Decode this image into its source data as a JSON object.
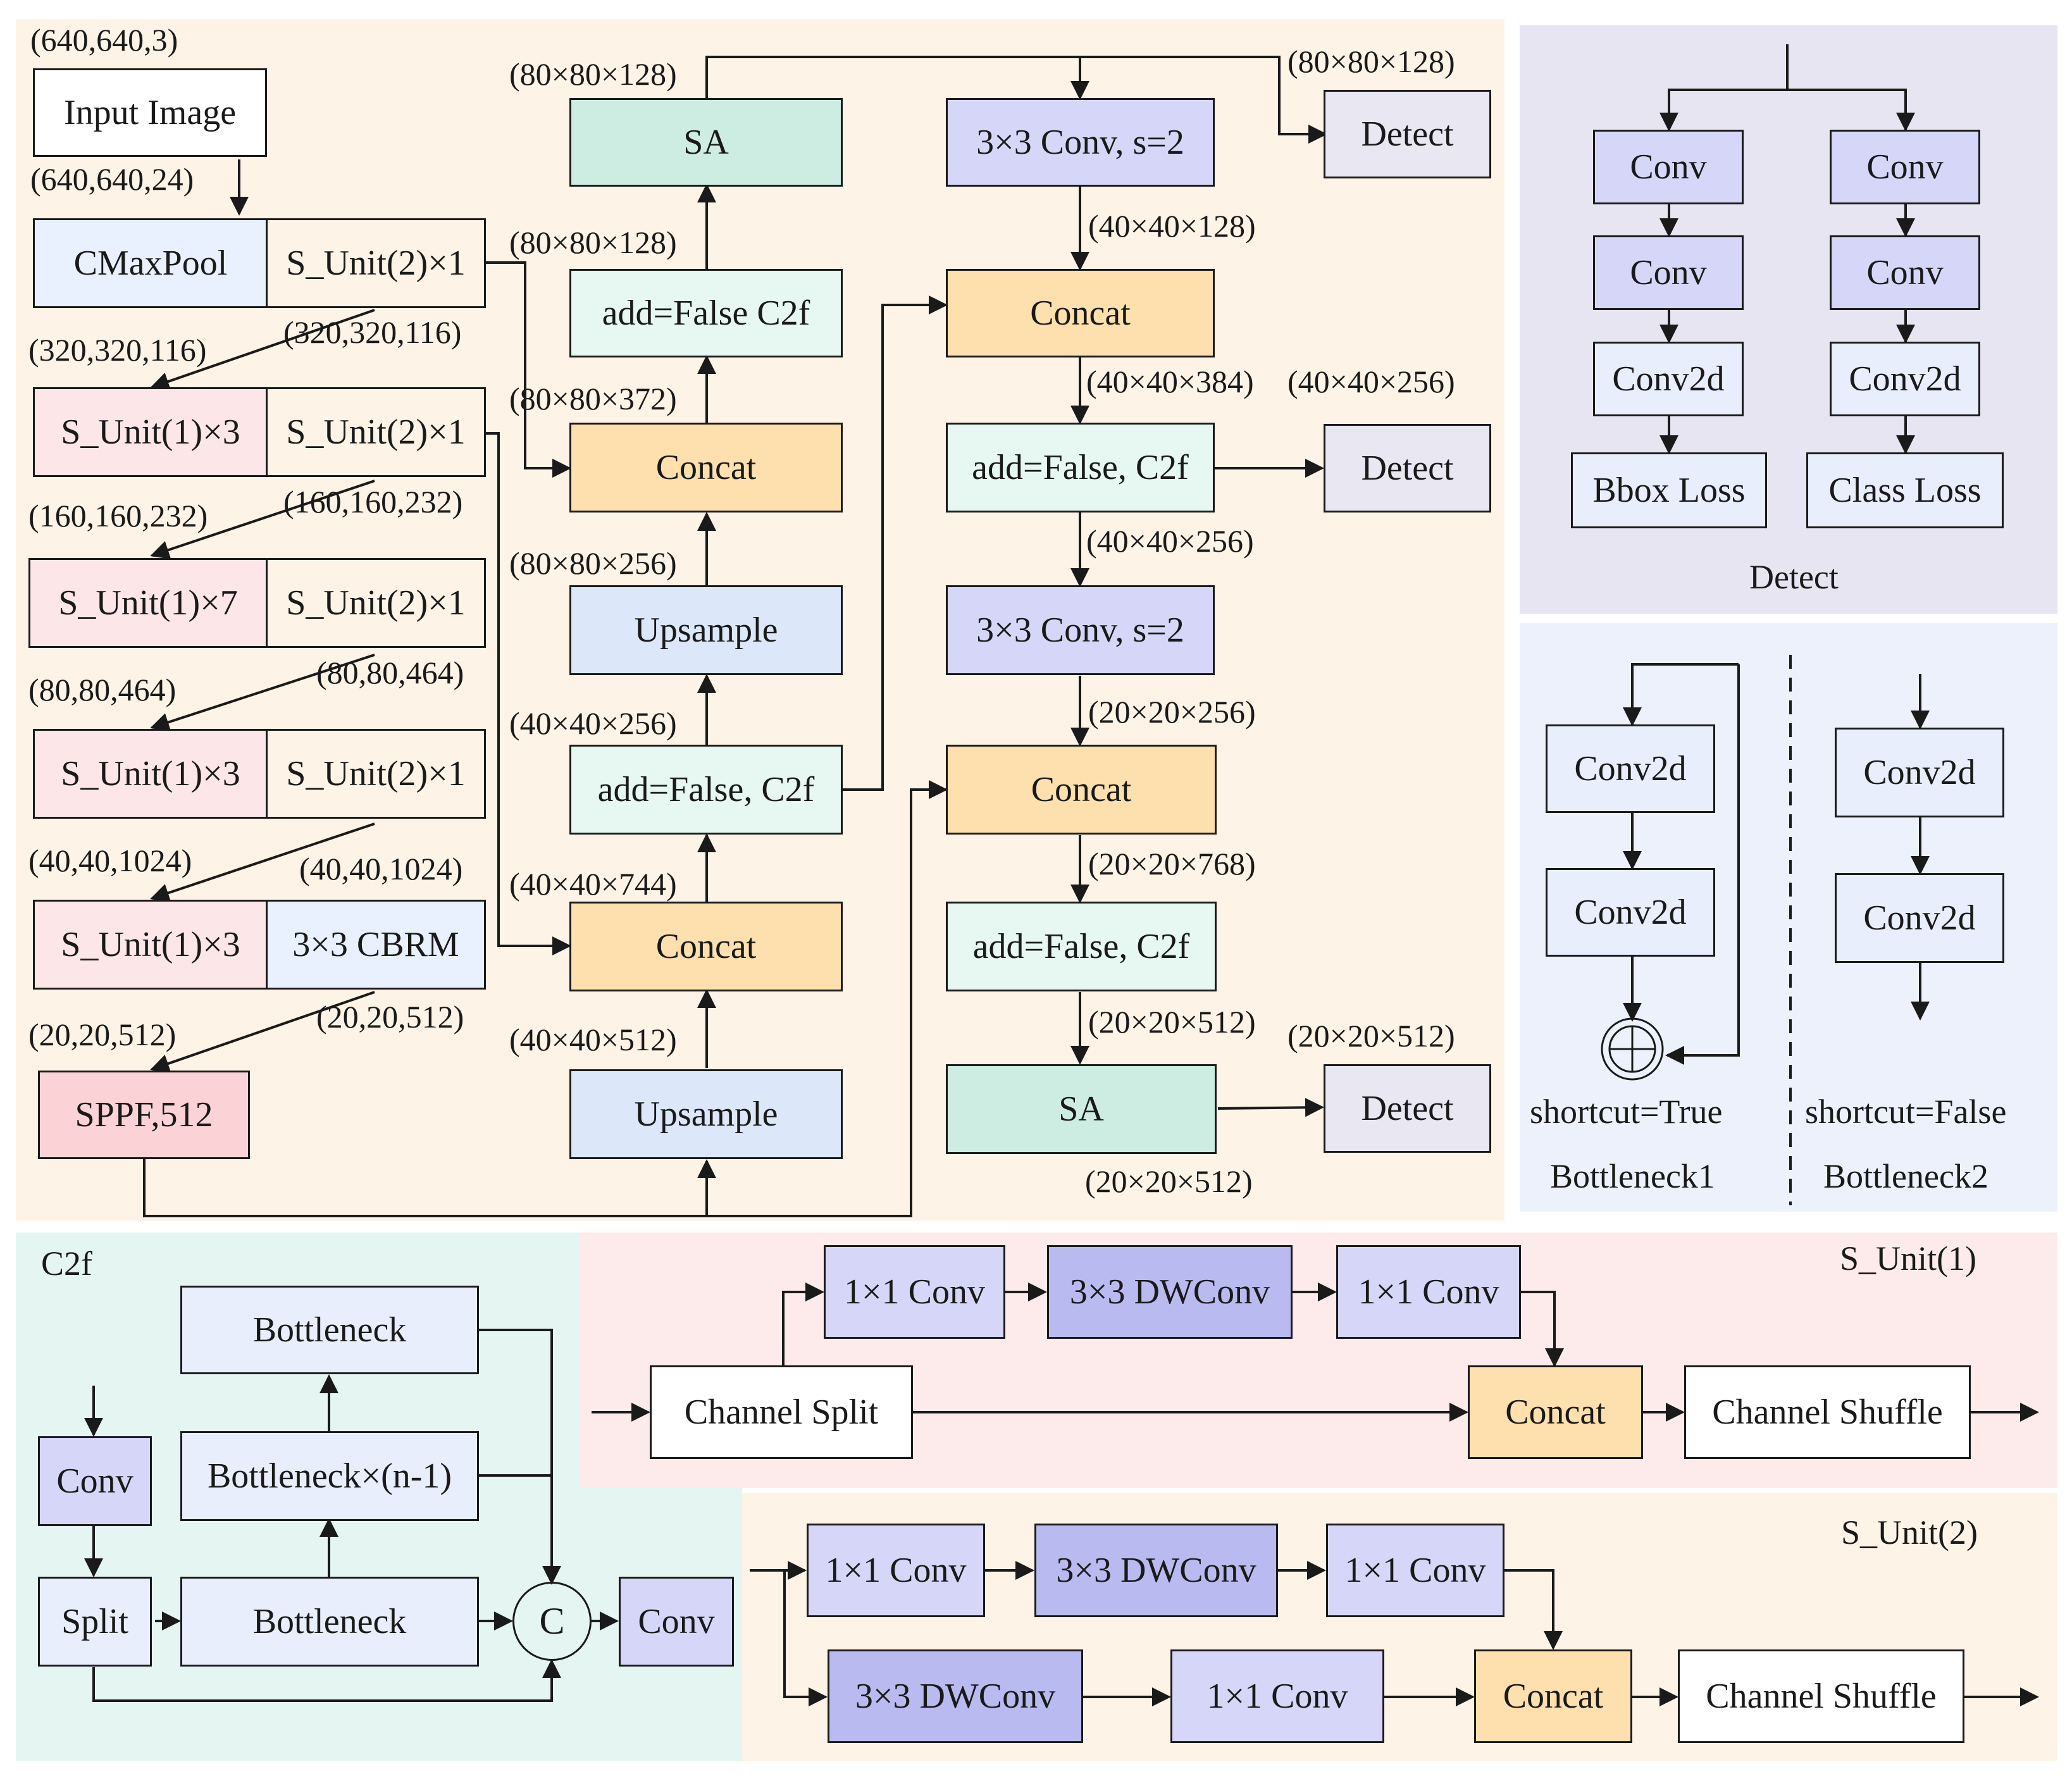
{
  "colors": {
    "region_backbone": "#fef3e7",
    "region_detect": "#e7e5f1",
    "region_bottleneck": "#ecf1fb",
    "region_c2f": "#e5f5f1",
    "region_sunit1": "#fdeaea",
    "region_sunit2": "#fef3e7",
    "white": "#ffffff",
    "light_blue": "#e8f1fd",
    "pink": "#fde6e8",
    "red": "#fbd3d6",
    "teal": "#cdede3",
    "mint": "#e7f7f2",
    "orange": "#fde0ad",
    "sky": "#dce8fa",
    "lavender": "#d6d7f8",
    "violet": "#b9bbf0",
    "gray": "#e8e7f2",
    "soft_blue": "#e8eefc",
    "line": "#1a1a1a"
  },
  "backbone": {
    "input_image": "Input Image",
    "shape_input": "(640,640,3)",
    "shape_input2": "(640,640,24)",
    "cmaxpool": "CMaxPool",
    "s_unit2_a": "S_Unit(2)×1",
    "shape_320_l": "(320,320,116)",
    "shape_320_r": "(320,320,116)",
    "s_unit1_a": "S_Unit(1)×3",
    "s_unit2_b": "S_Unit(2)×1",
    "shape_160_l": "(160,160,232)",
    "shape_160_r": "(160,160,232)",
    "s_unit1_b": "S_Unit(1)×7",
    "s_unit2_c": "S_Unit(2)×1",
    "shape_80_l": "(80,80,464)",
    "shape_80_r": "(80,80,464)",
    "s_unit1_c": "S_Unit(1)×3",
    "s_unit2_d": "S_Unit(2)×1",
    "shape_40_l": "(40,40,1024)",
    "shape_40_r": "(40,40,1024)",
    "s_unit1_d": "S_Unit(1)×3",
    "cbrm": "3×3 CBRM",
    "shape_20_l": "(20,20,512)",
    "shape_20_r": "(20,20,512)",
    "sppf": "SPPF,512"
  },
  "neck_mid": {
    "shape_sa_top": "(80×80×128)",
    "sa": "SA",
    "shape_c2f_top": "(80×80×128)",
    "c2f_a": "add=False C2f",
    "shape_concat_a": "(80×80×372)",
    "concat_a": "Concat",
    "shape_up_a": "(80×80×256)",
    "upsample_a": "Upsample",
    "shape_c2f_b": "(40×40×256)",
    "c2f_b": "add=False, C2f",
    "shape_concat_b": "(40×40×744)",
    "concat_b": "Concat",
    "shape_up_b": "(40×40×512)",
    "upsample_b": "Upsample"
  },
  "neck_right": {
    "conv_s2_a": "3×3 Conv, s=2",
    "shape_detect_top": "(80×80×128)",
    "detect_a": "Detect",
    "shape_4040128": "(40×40×128)",
    "concat_c": "Concat",
    "shape_4040384": "(40×40×384)",
    "shape_4040256_r": "(40×40×256)",
    "c2f_c": "add=False, C2f",
    "detect_b": "Detect",
    "shape_4040256": "(40×40×256)",
    "conv_s2_b": "3×3 Conv, s=2",
    "shape_2020256": "(20×20×256)",
    "concat_d": "Concat",
    "shape_2020768": "(20×20×768)",
    "c2f_d": "add=False, C2f",
    "shape_2020512": "(20×20×512)",
    "shape_2020512_r": "(20×20×512)",
    "sa_b": "SA",
    "detect_c": "Detect",
    "shape_2020512_b": "(20×20×512)"
  },
  "detect_panel": {
    "title": "Detect",
    "conv1": "Conv",
    "conv2": "Conv",
    "conv2d_l": "Conv2d",
    "bbox_loss": "Bbox Loss",
    "conv3": "Conv",
    "conv4": "Conv",
    "conv2d_r": "Conv2d",
    "class_loss": "Class Loss"
  },
  "bottleneck_panel": {
    "conv2d_a": "Conv2d",
    "conv2d_b": "Conv2d",
    "plus": "+",
    "shortcut_true": "shortcut=True",
    "name_1": "Bottleneck1",
    "conv2d_c": "Conv2d",
    "conv2d_d": "Conv2d",
    "shortcut_false": "shortcut=False",
    "name_2": "Bottleneck2"
  },
  "c2f_panel": {
    "title": "C2f",
    "conv_in": "Conv",
    "split": "Split",
    "bottleneck_bottom": "Bottleneck",
    "bottleneck_mid": "Bottleneck×(n-1)",
    "bottleneck_top": "Bottleneck",
    "c": "C",
    "conv_out": "Conv"
  },
  "sunit1_panel": {
    "title": "S_Unit(1)",
    "conv1x1_a": "1×1 Conv",
    "dwconv": "3×3 DWConv",
    "conv1x1_b": "1×1 Conv",
    "channel_split": "Channel Split",
    "concat": "Concat",
    "channel_shuffle": "Channel Shuffle"
  },
  "sunit2_panel": {
    "title": "S_Unit(2)",
    "conv1x1_a": "1×1 Conv",
    "dwconv_a": "3×3 DWConv",
    "conv1x1_b": "1×1 Conv",
    "dwconv_b": "3×3 DWConv",
    "conv1x1_c": "1×1 Conv",
    "concat": "Concat",
    "channel_shuffle": "Channel Shuffle"
  }
}
